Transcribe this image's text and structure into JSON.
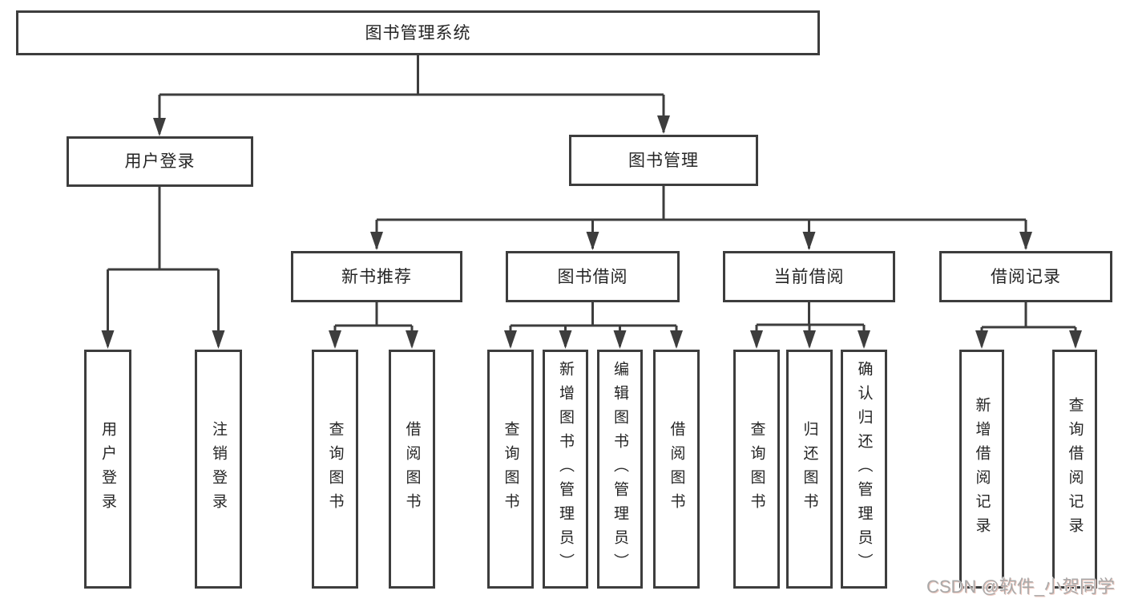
{
  "nodes": {
    "root": {
      "label": "图书管理系统"
    },
    "user_login": {
      "label": "用户登录"
    },
    "book_management": {
      "label": "图书管理"
    },
    "new_book_recommend": {
      "label": "新书推荐"
    },
    "book_borrowing": {
      "label": "图书借阅"
    },
    "current_borrowing": {
      "label": "当前借阅"
    },
    "borrowing_records": {
      "label": "借阅记录"
    },
    "leaf_user_login": {
      "label": "用户登录"
    },
    "leaf_logout": {
      "label": "注销登录"
    },
    "leaf_query_books_1": {
      "label": "查询图书"
    },
    "leaf_borrow_books_1": {
      "label": "借阅图书"
    },
    "leaf_query_books_2": {
      "label": "查询图书"
    },
    "leaf_add_books_admin": {
      "label": "新增图书（管理员）"
    },
    "leaf_edit_books_admin": {
      "label": "编辑图书（管理员）"
    },
    "leaf_borrow_books_2": {
      "label": "借阅图书"
    },
    "leaf_query_books_3": {
      "label": "查询图书"
    },
    "leaf_return_books": {
      "label": "归还图书"
    },
    "leaf_confirm_return_admin": {
      "label": "确认归还（管理员）"
    },
    "leaf_add_borrow_record": {
      "label": "新增借阅记录"
    },
    "leaf_query_borrow_record": {
      "label": "查询借阅记录"
    }
  },
  "watermark": {
    "text": "CSDN @软件_小贺同学"
  },
  "colors": {
    "line": "#3d3d3d",
    "text": "#252525",
    "background": "#ffffff",
    "watermark": "#a9a9a9"
  }
}
